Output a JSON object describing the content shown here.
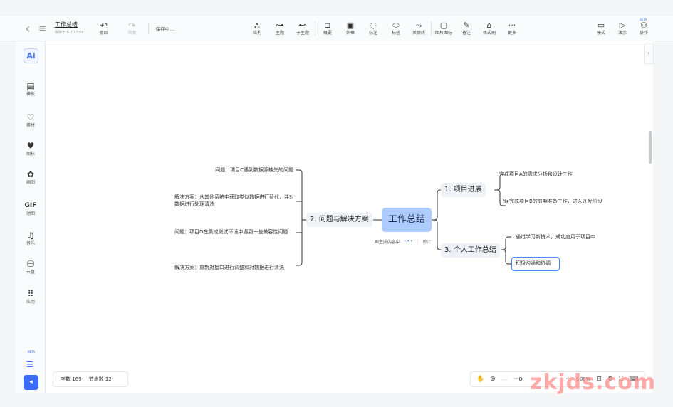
{
  "toolbar": {
    "back_icon": "‹",
    "menu_icon": "≡",
    "doc_title": "工作总结",
    "saved_time": "保存于 6-7 17:06",
    "undo_label": "撤回",
    "redo_label": "恢复",
    "status": "保存中...",
    "tools": [
      {
        "icon": "⛬",
        "label": "结构",
        "name": "structure-tool"
      },
      {
        "icon": "⊶",
        "label": "主题",
        "name": "topic-tool"
      },
      {
        "icon": "⊷",
        "label": "子主题",
        "name": "subtopic-tool"
      },
      {
        "icon": "⊐",
        "label": "概要",
        "name": "summary-tool"
      },
      {
        "icon": "▣",
        "label": "外框",
        "name": "frame-tool"
      },
      {
        "icon": "◌",
        "label": "标注",
        "name": "callout-tool"
      },
      {
        "icon": "⬭",
        "label": "标签",
        "name": "tag-tool"
      },
      {
        "icon": "⤳",
        "label": "关联线",
        "name": "relation-tool"
      },
      {
        "icon": "▢",
        "label": "图片图标",
        "name": "image-icon-tool"
      },
      {
        "icon": "✎",
        "label": "备注",
        "name": "note-tool"
      },
      {
        "icon": "⌂",
        "label": "格式刷",
        "name": "format-brush-tool"
      },
      {
        "icon": "···",
        "label": "更多",
        "name": "more-tool"
      }
    ],
    "right_tools": [
      {
        "icon": "▭",
        "label": "模式",
        "name": "mode-tool"
      },
      {
        "icon": "▷",
        "label": "演示",
        "name": "present-tool"
      },
      {
        "icon": "⚇",
        "label": "协作",
        "name": "collab-tool"
      }
    ],
    "beta": "BETA"
  },
  "sidebar": {
    "ai_label": "Ai",
    "items": [
      {
        "icon": "▤",
        "label": "模板",
        "name": "sidebar-item-template"
      },
      {
        "icon": "♡",
        "label": "素材",
        "name": "sidebar-item-material"
      },
      {
        "icon": "♥",
        "label": "图标",
        "name": "sidebar-item-icons"
      },
      {
        "icon": "✿",
        "label": "画图",
        "name": "sidebar-item-draw"
      },
      {
        "icon": "GIF",
        "label": "动图",
        "name": "sidebar-item-gif"
      },
      {
        "icon": "♫",
        "label": "音乐",
        "name": "sidebar-item-music"
      },
      {
        "icon": "⛁",
        "label": "云盘",
        "name": "sidebar-item-cloud"
      },
      {
        "icon": "⠿",
        "label": "应用",
        "name": "sidebar-item-apps"
      }
    ],
    "beta": "BETA",
    "list_icon": "☰",
    "bottom_icon": "◂"
  },
  "mindmap": {
    "central": "工作总结",
    "branch_left": "2. 问题与解决方案",
    "branch_right_1": "1. 项目进展",
    "branch_right_2": "3. 个人工作总结",
    "left_leaves": [
      "问题：项目C遇到数据源缺失的问题",
      "解决方案：从其他系统中获取类似数据进行替代，并对数据进行处理清洗",
      "问题：项目D在集成测试环境中遇到一些兼容性问题",
      "解决方案：重新对接口进行调整和对数据进行清洗"
    ],
    "right1_leaves": [
      "完成项目A的需求分析和设计工作",
      "已经完成项目B的前期准备工作，进入开发阶段"
    ],
    "right2_leaves": [
      "通过学习新技术，成功应用于项目中",
      "积极沟通和协调"
    ],
    "ai_generating": "AI生成内容中",
    "ai_stop": "停止"
  },
  "bottom": {
    "word_count": "字数 169",
    "node_count": "节点数 12",
    "zoom": "100%"
  },
  "watermark": "zkjds.com"
}
